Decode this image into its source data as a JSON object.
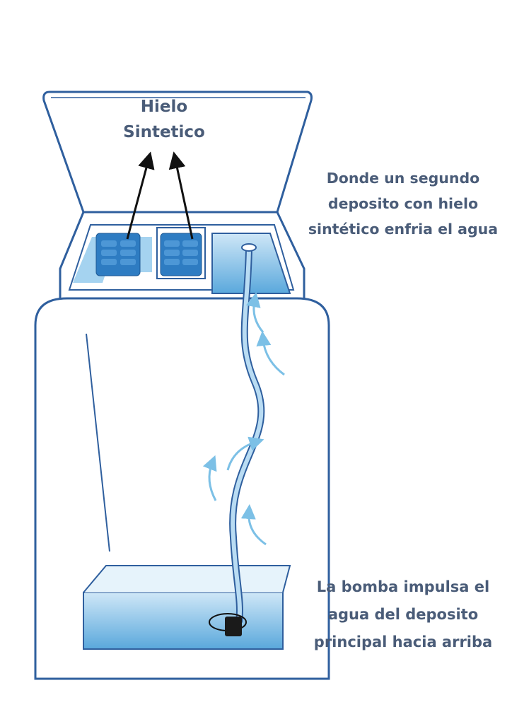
{
  "labels": {
    "ice": [
      "Hielo",
      "Sintetico"
    ],
    "top_note": [
      "Donde un segundo",
      "deposito con hielo",
      "sintético enfria el agua"
    ],
    "bottom_note": [
      "La bomba impulsa el",
      "agua del deposito",
      "principal hacia arriba"
    ]
  },
  "colors": {
    "outline": "#2f5f9e",
    "water": "#6fb4e0",
    "ice_pack": "#2e7cc2",
    "text": "#4a5c78",
    "arrow": "#7cc0e6"
  }
}
